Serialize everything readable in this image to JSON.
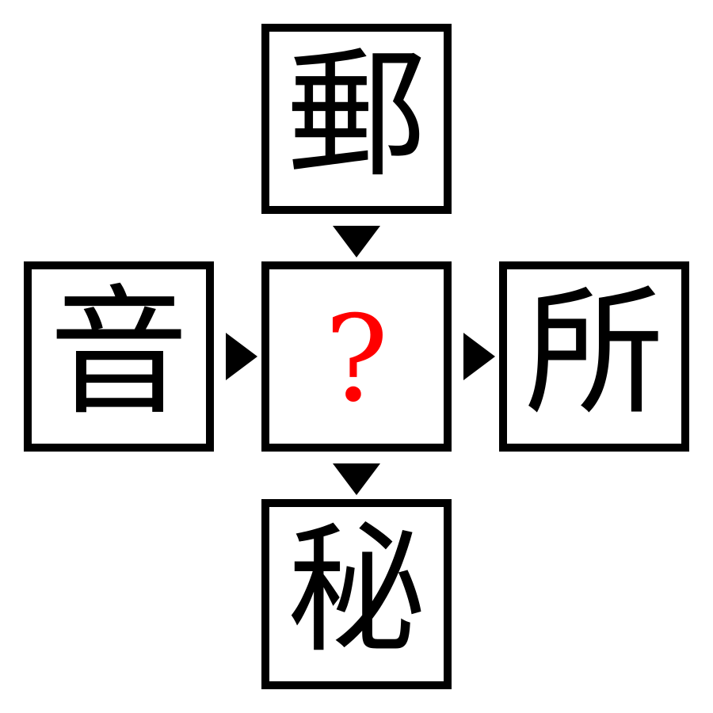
{
  "puzzle": {
    "top": "郵",
    "left": "音",
    "center": "?",
    "right": "所",
    "bottom": "秘"
  },
  "colors": {
    "border": "#000000",
    "text": "#000000",
    "question": "#ff0000",
    "background": "#ffffff"
  },
  "icons": {
    "arrow_down": "triangle-down-icon",
    "arrow_right": "triangle-right-icon"
  }
}
